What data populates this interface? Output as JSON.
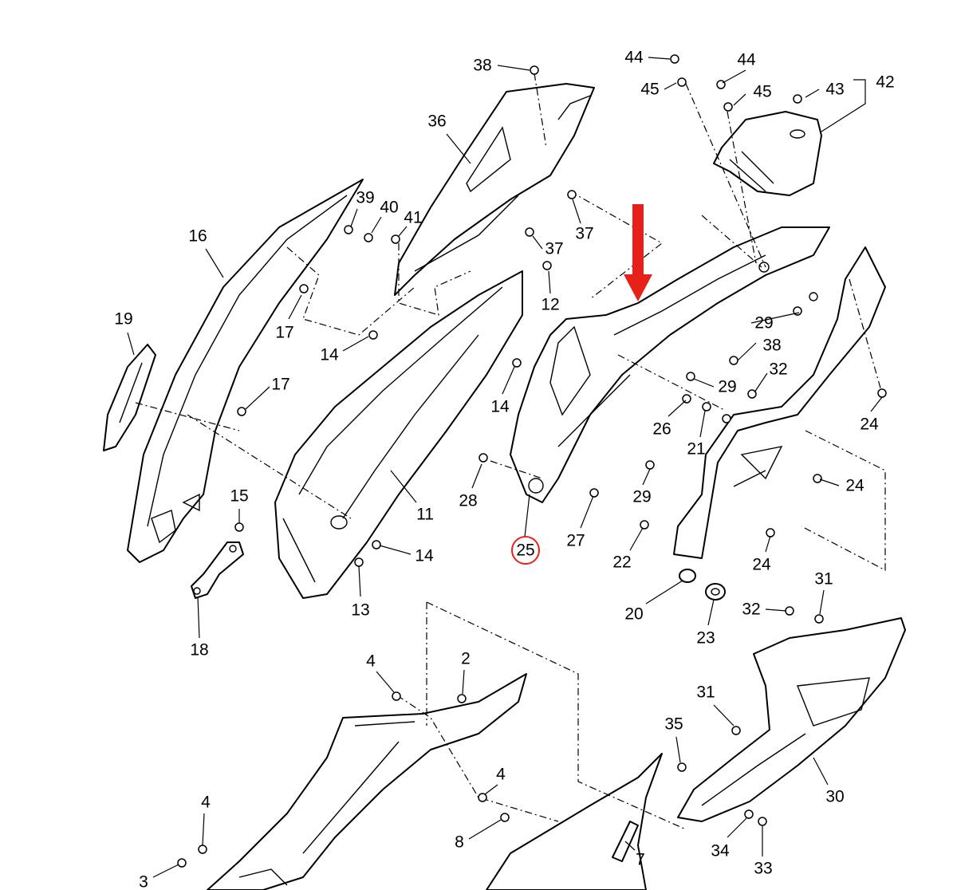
{
  "diagram": {
    "highlight_color": "#e8201a",
    "highlighted_part": "25",
    "callouts": [
      "38",
      "44",
      "44",
      "45",
      "45",
      "43",
      "42",
      "36",
      "39",
      "40",
      "41",
      "16",
      "37",
      "37",
      "12",
      "19",
      "17",
      "17",
      "14",
      "14",
      "29",
      "38",
      "32",
      "29",
      "24",
      "26",
      "21",
      "28",
      "25",
      "27",
      "29",
      "24",
      "11",
      "15",
      "14",
      "22",
      "24",
      "13",
      "18",
      "20",
      "23",
      "31",
      "32",
      "4",
      "2",
      "31",
      "35",
      "30",
      "4",
      "4",
      "8",
      "7",
      "34",
      "33",
      "3"
    ]
  }
}
